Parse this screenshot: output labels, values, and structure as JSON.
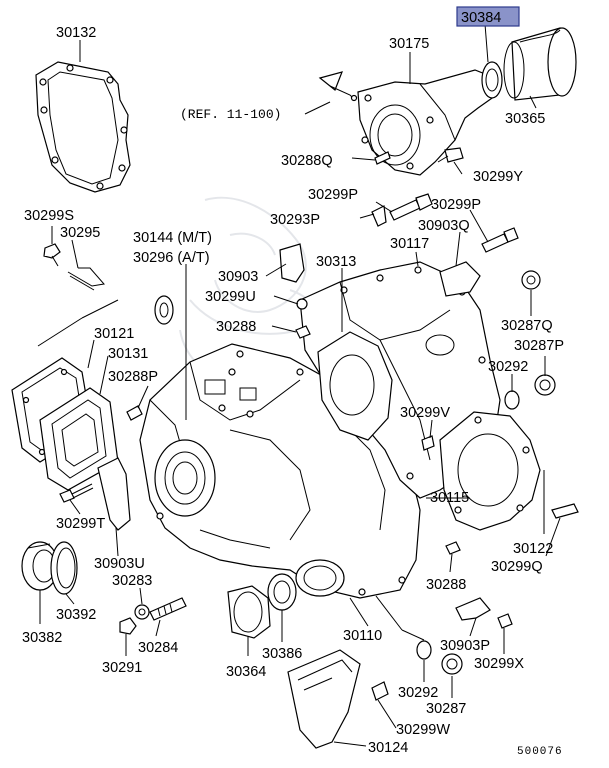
{
  "labels": {
    "p30132": "30132",
    "p30384": "30384",
    "p30175": "30175",
    "p30365": "30365",
    "ref": "(REF. 11-100)",
    "p30288Q": "30288Q",
    "p30299Y": "30299Y",
    "p30299S": "30299S",
    "p30295": "30295",
    "p30144": "30144 (M/T)",
    "p30296": "30296 (A/T)",
    "p30299P_a": "30299P",
    "p30293P": "30293P",
    "p30299P_b": "30299P",
    "p30903Q": "30903Q",
    "p30117": "30117",
    "p30903": "30903",
    "p30313": "30313",
    "p30299U": "30299U",
    "p30287Q": "30287Q",
    "p30287P": "30287P",
    "p30288": "30288",
    "p30121": "30121",
    "p30131": "30131",
    "p30292_a": "30292",
    "p30288P": "30288P",
    "p30299V": "30299V",
    "p30115": "30115",
    "p30299T": "30299T",
    "p30122": "30122",
    "p30299Q": "30299Q",
    "p30903U": "30903U",
    "p30283": "30283",
    "p30288_b": "30288",
    "p30392": "30392",
    "p30382": "30382",
    "p30284": "30284",
    "p30110": "30110",
    "p30903P": "30903P",
    "p30299X": "30299X",
    "p30291": "30291",
    "p30364": "30364",
    "p30386": "30386",
    "p30292_b": "30292",
    "p30287": "30287",
    "p30299W": "30299W",
    "p30124": "30124",
    "diagram_code": "500076"
  },
  "colors": {
    "highlight": "#8a93c9",
    "highlight_border": "#2d3a8c",
    "ink": "#000000"
  }
}
